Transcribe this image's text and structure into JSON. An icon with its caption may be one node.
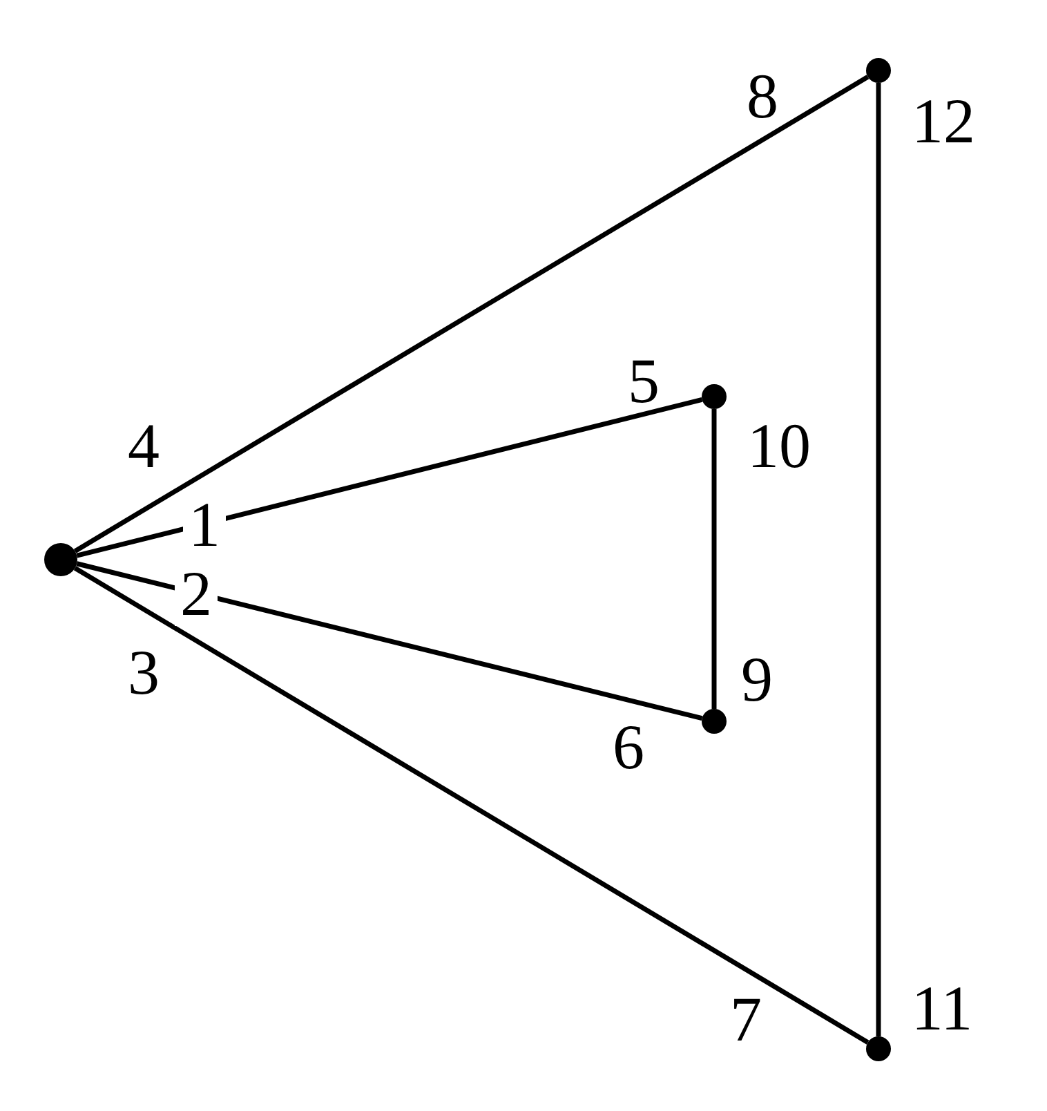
{
  "diagram": {
    "nodes": [
      {
        "text": [],
        "shape": "circle"
      },
      {
        "text": [],
        "shape": "circle"
      },
      {
        "text": [],
        "shape": "circle"
      },
      {
        "text": [],
        "shape": "circle"
      },
      {
        "text": [],
        "shape": "circle"
      }
    ],
    "edges": [
      {
        "from": 0,
        "to": 1,
        "arrow": "none"
      },
      {
        "from": 0,
        "to": 2,
        "arrow": "none"
      },
      {
        "from": 0,
        "to": 3,
        "arrow": "none"
      },
      {
        "from": 0,
        "to": 4,
        "arrow": "none"
      },
      {
        "from": 1,
        "to": 2,
        "arrow": "none"
      },
      {
        "from": 3,
        "to": 4,
        "arrow": "none"
      }
    ],
    "labels": [
      "8",
      "12",
      "5",
      "4",
      "10",
      "1",
      "2",
      "3",
      "9",
      "6",
      "11",
      "7"
    ]
  }
}
